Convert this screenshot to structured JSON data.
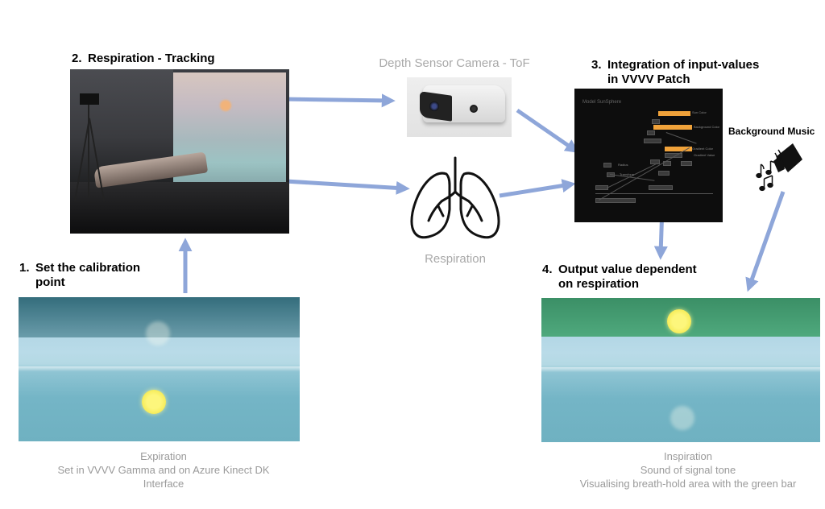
{
  "steps": {
    "calibration": {
      "number": "1.",
      "line1": "Set the calibration",
      "line2": "point"
    },
    "tracking": {
      "number": "2.",
      "line1": "Respiration - Tracking"
    },
    "integration": {
      "number": "3.",
      "line1": "Integration of input-values",
      "line2": "in VVVV Patch"
    },
    "output": {
      "number": "4.",
      "line1": "Output value dependent",
      "line2": "on respiration"
    }
  },
  "labels": {
    "depth_sensor": "Depth Sensor Camera - ToF",
    "respiration": "Respiration",
    "background_music": "Background Music"
  },
  "captions": {
    "left": [
      "Expiration",
      "Set in VVVV Gamma and on Azure Kinect DK",
      "Interface"
    ],
    "right": [
      "Inspiration",
      "Sound of signal tone",
      "Visualising breath-hold area with the green bar"
    ]
  },
  "patch": {
    "title": "Model SunSphere"
  },
  "colors": {
    "arrow": "#8ea6d9",
    "sun": "#f8f06a",
    "breath_hold_bar": "#3d9a6c",
    "calibration_band": "#3a7483"
  },
  "icons": [
    "lungs-icon",
    "music-speaker-icon",
    "music-notes-icon"
  ]
}
